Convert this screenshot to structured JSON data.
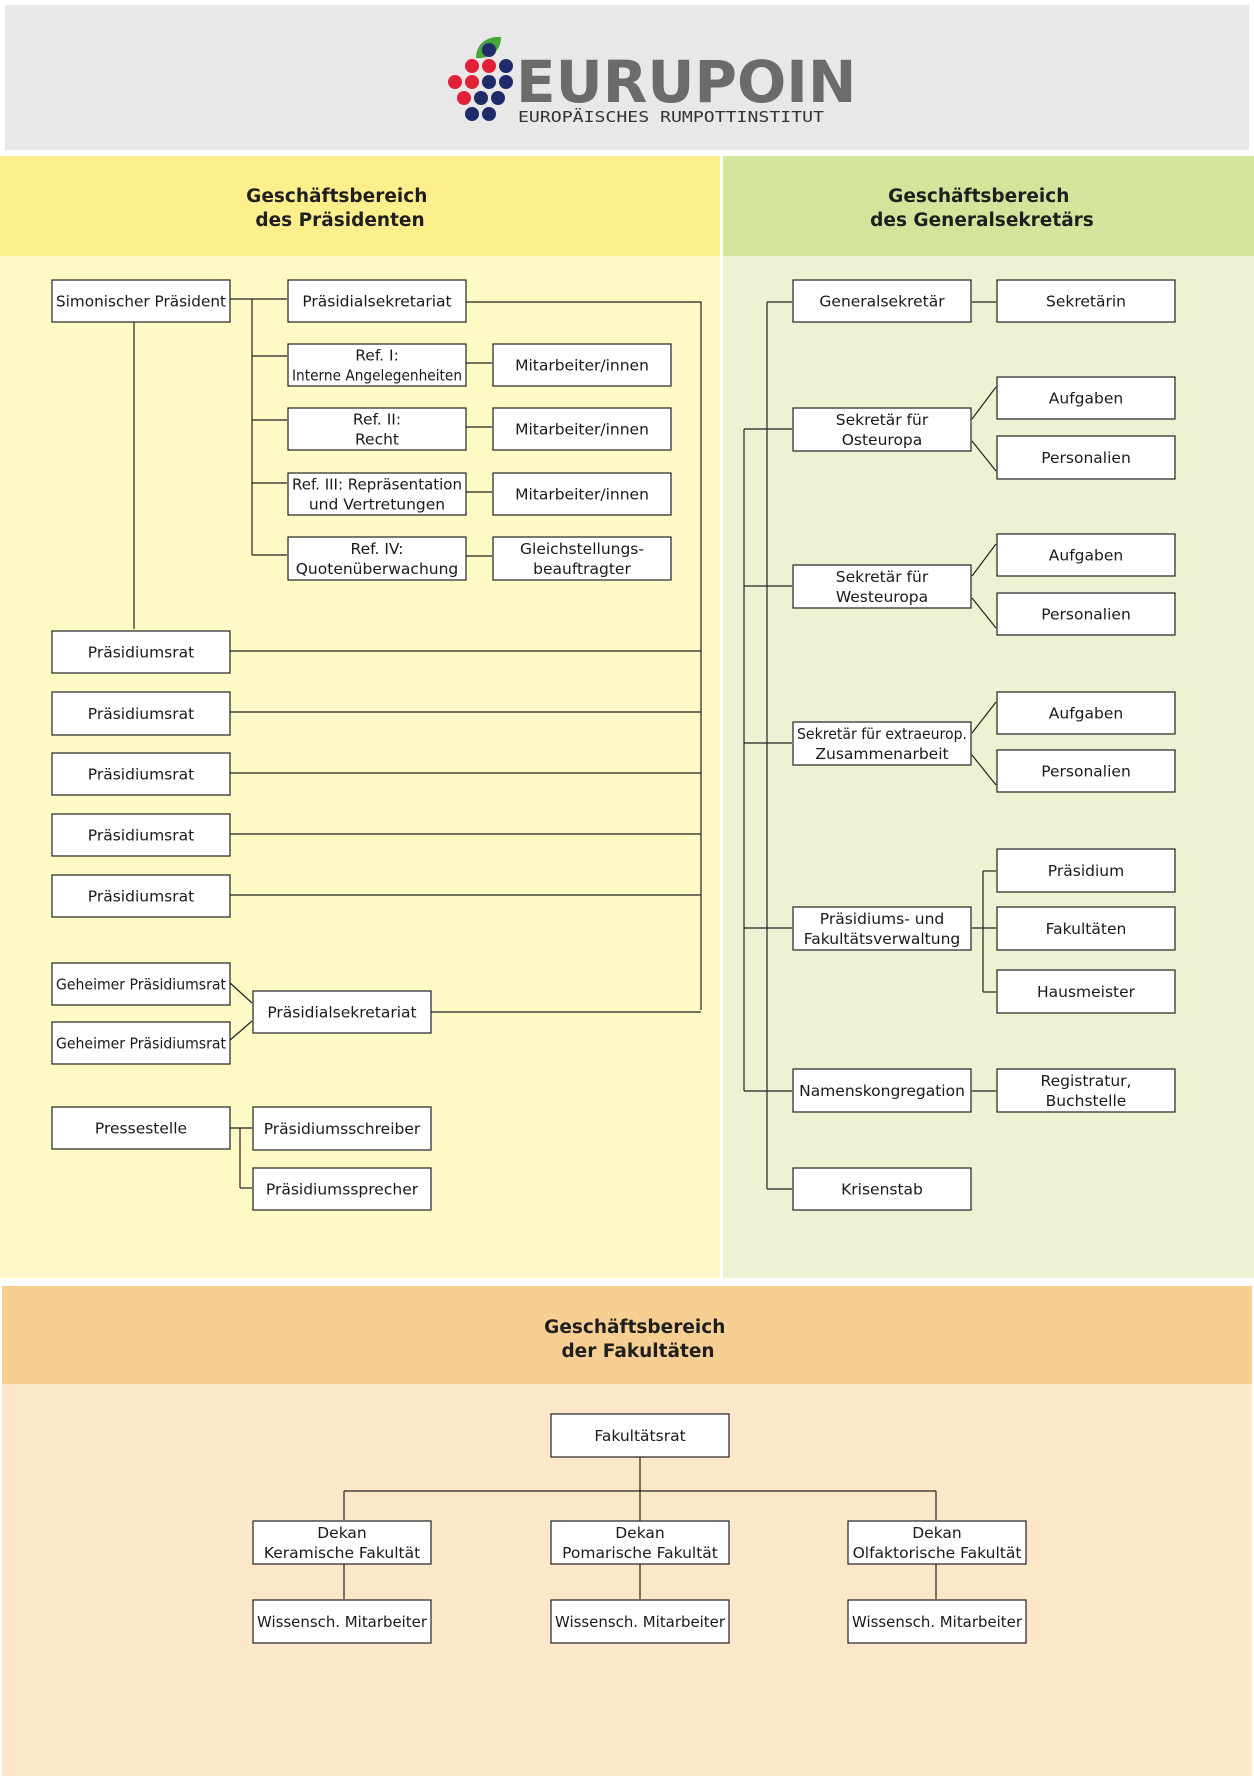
{
  "logo": {
    "name": "EURUPOIN",
    "subtitle": "EUROPÄISCHES RUMPOTTINSTITUT",
    "icon": "grape-cluster-icon",
    "colors": {
      "red": "#e2203a",
      "navy": "#1f2b6a",
      "leaf": "#4aa43c"
    }
  },
  "colors": {
    "header_bg": "#e8e8e8",
    "president_header": "#fdf08c",
    "president_body": "#fff9c6",
    "general_header": "#d3e59a",
    "general_body": "#ebf3d2",
    "faculty_header": "#f7cf92",
    "faculty_body": "#fce7c9"
  },
  "sections": {
    "president": {
      "header": [
        "Geschäftsbereich",
        "des Präsidenten"
      ],
      "boxes": {
        "simonischer_praesident": [
          "Simonischer Präsident"
        ],
        "praesidialsekretariat": [
          "Präsidialsekretariat"
        ],
        "ref1": [
          "Ref. I:",
          "Interne Angelegenheiten"
        ],
        "ref1_staff": [
          "Mitarbeiter/innen"
        ],
        "ref2": [
          "Ref. II:",
          "Recht"
        ],
        "ref2_staff": [
          "Mitarbeiter/innen"
        ],
        "ref3": [
          "Ref. III: Repräsentation",
          "und Vertretungen"
        ],
        "ref3_staff": [
          "Mitarbeiter/innen"
        ],
        "ref4": [
          "Ref. IV:",
          "Quotenüberwachung"
        ],
        "ref4_staff": [
          "Gleichstellungs-",
          "beauftragter"
        ],
        "rat1": [
          "Präsidiumsrat"
        ],
        "rat2": [
          "Präsidiumsrat"
        ],
        "rat3": [
          "Präsidiumsrat"
        ],
        "rat4": [
          "Präsidiumsrat"
        ],
        "rat5": [
          "Präsidiumsrat"
        ],
        "geheim1": [
          "Geheimer Präsidiumsrat"
        ],
        "geheim2": [
          "Geheimer Präsidiumsrat"
        ],
        "praesidialsekretariat2": [
          "Präsidialsekretariat"
        ],
        "pressestelle": [
          "Pressestelle"
        ],
        "schreiber": [
          "Präsidiumsschreiber"
        ],
        "sprecher": [
          "Präsidiumssprecher"
        ]
      }
    },
    "general": {
      "header": [
        "Geschäftsbereich",
        "des Generalsekretärs"
      ],
      "boxes": {
        "generalsekretaer": [
          "Generalsekretär"
        ],
        "sekretaerin": [
          "Sekretärin"
        ],
        "ost": [
          "Sekretär für",
          "Osteuropa"
        ],
        "ost_aufgaben": [
          "Aufgaben"
        ],
        "ost_personalien": [
          "Personalien"
        ],
        "west": [
          "Sekretär für",
          "Westeuropa"
        ],
        "west_aufgaben": [
          "Aufgaben"
        ],
        "west_personalien": [
          "Personalien"
        ],
        "extra": [
          "Sekretär für extraeurop.",
          "Zusammenarbeit"
        ],
        "extra_aufgaben": [
          "Aufgaben"
        ],
        "extra_personalien": [
          "Personalien"
        ],
        "verwaltung": [
          "Präsidiums- und",
          "Fakultätsverwaltung"
        ],
        "praesidium": [
          "Präsidium"
        ],
        "fakultaeten": [
          "Fakultäten"
        ],
        "hausmeister": [
          "Hausmeister"
        ],
        "namenskongregation": [
          "Namenskongregation"
        ],
        "registratur": [
          "Registratur,",
          "Buchstelle"
        ],
        "krisenstab": [
          "Krisenstab"
        ]
      }
    },
    "faculty": {
      "header": [
        "Geschäftsbereich",
        "der Fakultäten"
      ],
      "boxes": {
        "fakultaetsrat": [
          "Fakultätsrat"
        ],
        "dekan_keramik": [
          "Dekan",
          "Keramische Fakultät"
        ],
        "dekan_pomar": [
          "Dekan",
          "Pomarische Fakultät"
        ],
        "dekan_olfak": [
          "Dekan",
          "Olfaktorische Fakultät"
        ],
        "wm_keramik": [
          "Wissensch. Mitarbeiter"
        ],
        "wm_pomar": [
          "Wissensch. Mitarbeiter"
        ],
        "wm_olfak": [
          "Wissensch. Mitarbeiter"
        ]
      }
    }
  }
}
